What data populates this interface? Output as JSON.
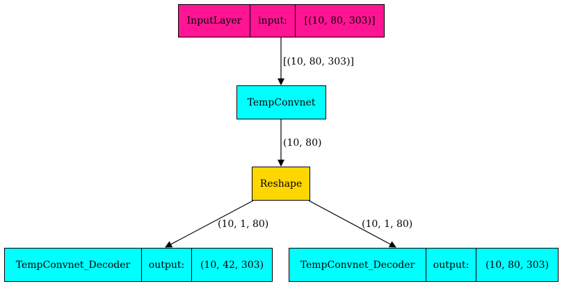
{
  "nodes": {
    "input": {
      "name": "InputLayer",
      "port_label": "input:",
      "shape": "[(10, 80, 303)]",
      "color": "#ff1493"
    },
    "tempconvnet": {
      "name": "TempConvnet",
      "color": "#00ffff"
    },
    "reshape": {
      "name": "Reshape",
      "color": "#ffd700"
    },
    "decoder_left": {
      "name": "TempConvnet_Decoder",
      "port_label": "output:",
      "shape": "(10, 42, 303)",
      "color": "#00ffff"
    },
    "decoder_right": {
      "name": "TempConvnet_Decoder",
      "port_label": "output:",
      "shape": "(10, 80, 303)",
      "color": "#00ffff"
    }
  },
  "edges": {
    "input_to_tempconvnet": {
      "label": "[(10, 80, 303)]"
    },
    "tempconvnet_to_reshape": {
      "label": "(10, 80)"
    },
    "reshape_to_left": {
      "label": "(10, 1, 80)"
    },
    "reshape_to_right": {
      "label": "(10, 1, 80)"
    }
  }
}
